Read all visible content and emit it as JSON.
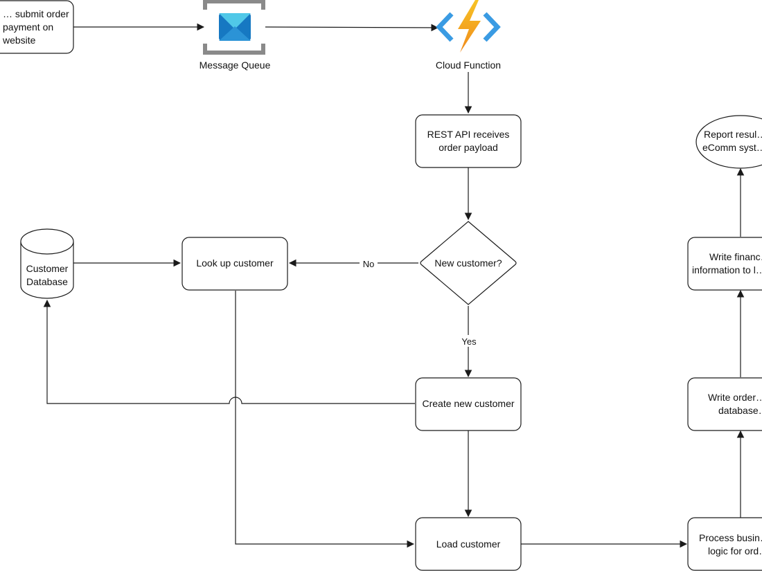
{
  "nodes": {
    "submit_order": [
      "… submit order",
      "payment on",
      "website"
    ],
    "message_queue": "Message Queue",
    "cloud_function": "Cloud Function",
    "rest_api": [
      "REST API receives",
      "order payload"
    ],
    "report_results": [
      "Report resul…",
      "eComm syst…"
    ],
    "customer_database": [
      "Customer",
      "Database"
    ],
    "lookup_customer": "Look up customer",
    "new_customer_decision": "New customer?",
    "write_financial": [
      "Write financ…",
      "information to l…"
    ],
    "create_new_customer": "Create new customer",
    "write_order": [
      "Write order…",
      "database…"
    ],
    "load_customer": "Load customer",
    "process_business": [
      "Process busin…",
      "logic for ord…"
    ]
  },
  "edge_labels": {
    "no": "No",
    "yes": "Yes"
  },
  "icons": {
    "message_queue": "message-queue-icon",
    "cloud_function": "cloud-function-icon"
  },
  "colors": {
    "queue_frame": "#8a8a8a",
    "queue_envelope_light": "#50c8e8",
    "queue_envelope_dark": "#1678c2",
    "bolt_yellow": "#f7c325",
    "bolt_orange": "#f08a1c",
    "bracket_blue": "#3a9be3"
  }
}
